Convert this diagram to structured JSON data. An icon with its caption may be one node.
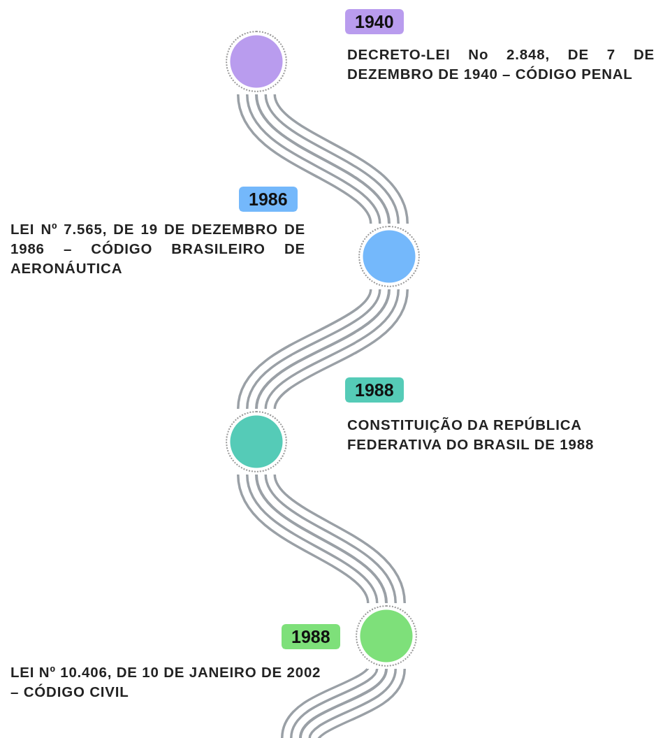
{
  "diagram": {
    "nodes": [
      {
        "text": [
          "1940"
        ],
        "beside": [
          "DECRETO-LEI No 2.848, DE 7 DE DEZEMBRO DE 1940 – CÓDIGO PENAL"
        ]
      },
      {
        "text": [],
        "shape": "circle"
      },
      {
        "text": [
          "1986"
        ],
        "beside": [
          "LEI Nº 7.565, DE 19 DE DEZEMBRO DE 1986 – CÓDIGO BRASILEIRO DE AERONÁUTICA"
        ]
      },
      {
        "text": [],
        "shape": "circle"
      },
      {
        "text": [
          "1988"
        ],
        "beside": [
          "CONSTITUIÇÃO DA REPÚBLICA FEDERATIVA DO BRASIL DE 1988"
        ]
      },
      {
        "text": [],
        "shape": "circle"
      },
      {
        "text": [
          "1988"
        ],
        "beside": [
          "LEI Nº 10.406, DE 10 DE JANEIRO DE 2002 – CÓDIGO CIVIL"
        ]
      },
      {
        "text": [],
        "shape": "circle"
      }
    ],
    "edges": [
      {
        "from": 1,
        "to": 3,
        "arrow": "none"
      },
      {
        "from": 3,
        "to": 5,
        "arrow": "none"
      },
      {
        "from": 5,
        "to": 7,
        "arrow": "none"
      },
      {
        "from": 7,
        "to": null,
        "arrow": "none"
      }
    ]
  }
}
